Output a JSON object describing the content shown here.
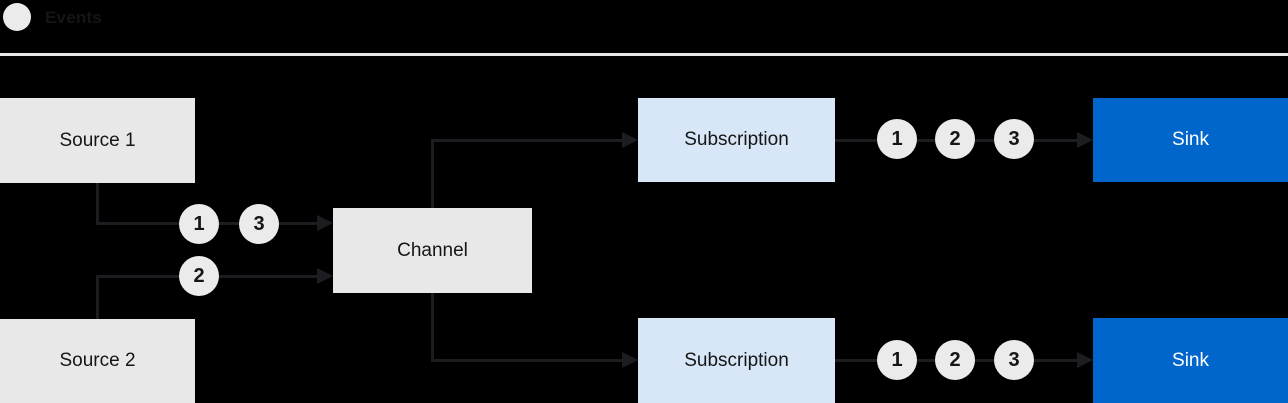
{
  "legend": {
    "label": "Events"
  },
  "colors": {
    "background": "#000000",
    "box_gray": "#e8e8e8",
    "circle_gray": "#ebebeb",
    "subscription_blue": "#d7e7f8",
    "sink_blue": "#0066cc",
    "sink_text": "#ffffff",
    "text_dark": "#151515",
    "line": "#1b1d21",
    "divider": "#e8e8e8"
  },
  "nodes": {
    "source1": {
      "label": "Source 1"
    },
    "source2": {
      "label": "Source 2"
    },
    "channel": {
      "label": "Channel"
    },
    "subscription_top": {
      "label": "Subscription"
    },
    "subscription_bottom": {
      "label": "Subscription"
    },
    "sink_top": {
      "label": "Sink"
    },
    "sink_bottom": {
      "label": "Sink"
    }
  },
  "events": {
    "source1_to_channel": [
      "1",
      "3"
    ],
    "source2_to_channel": [
      "2"
    ],
    "subscription_top_to_sink": [
      "1",
      "2",
      "3"
    ],
    "subscription_bottom_to_sink": [
      "1",
      "2",
      "3"
    ]
  }
}
